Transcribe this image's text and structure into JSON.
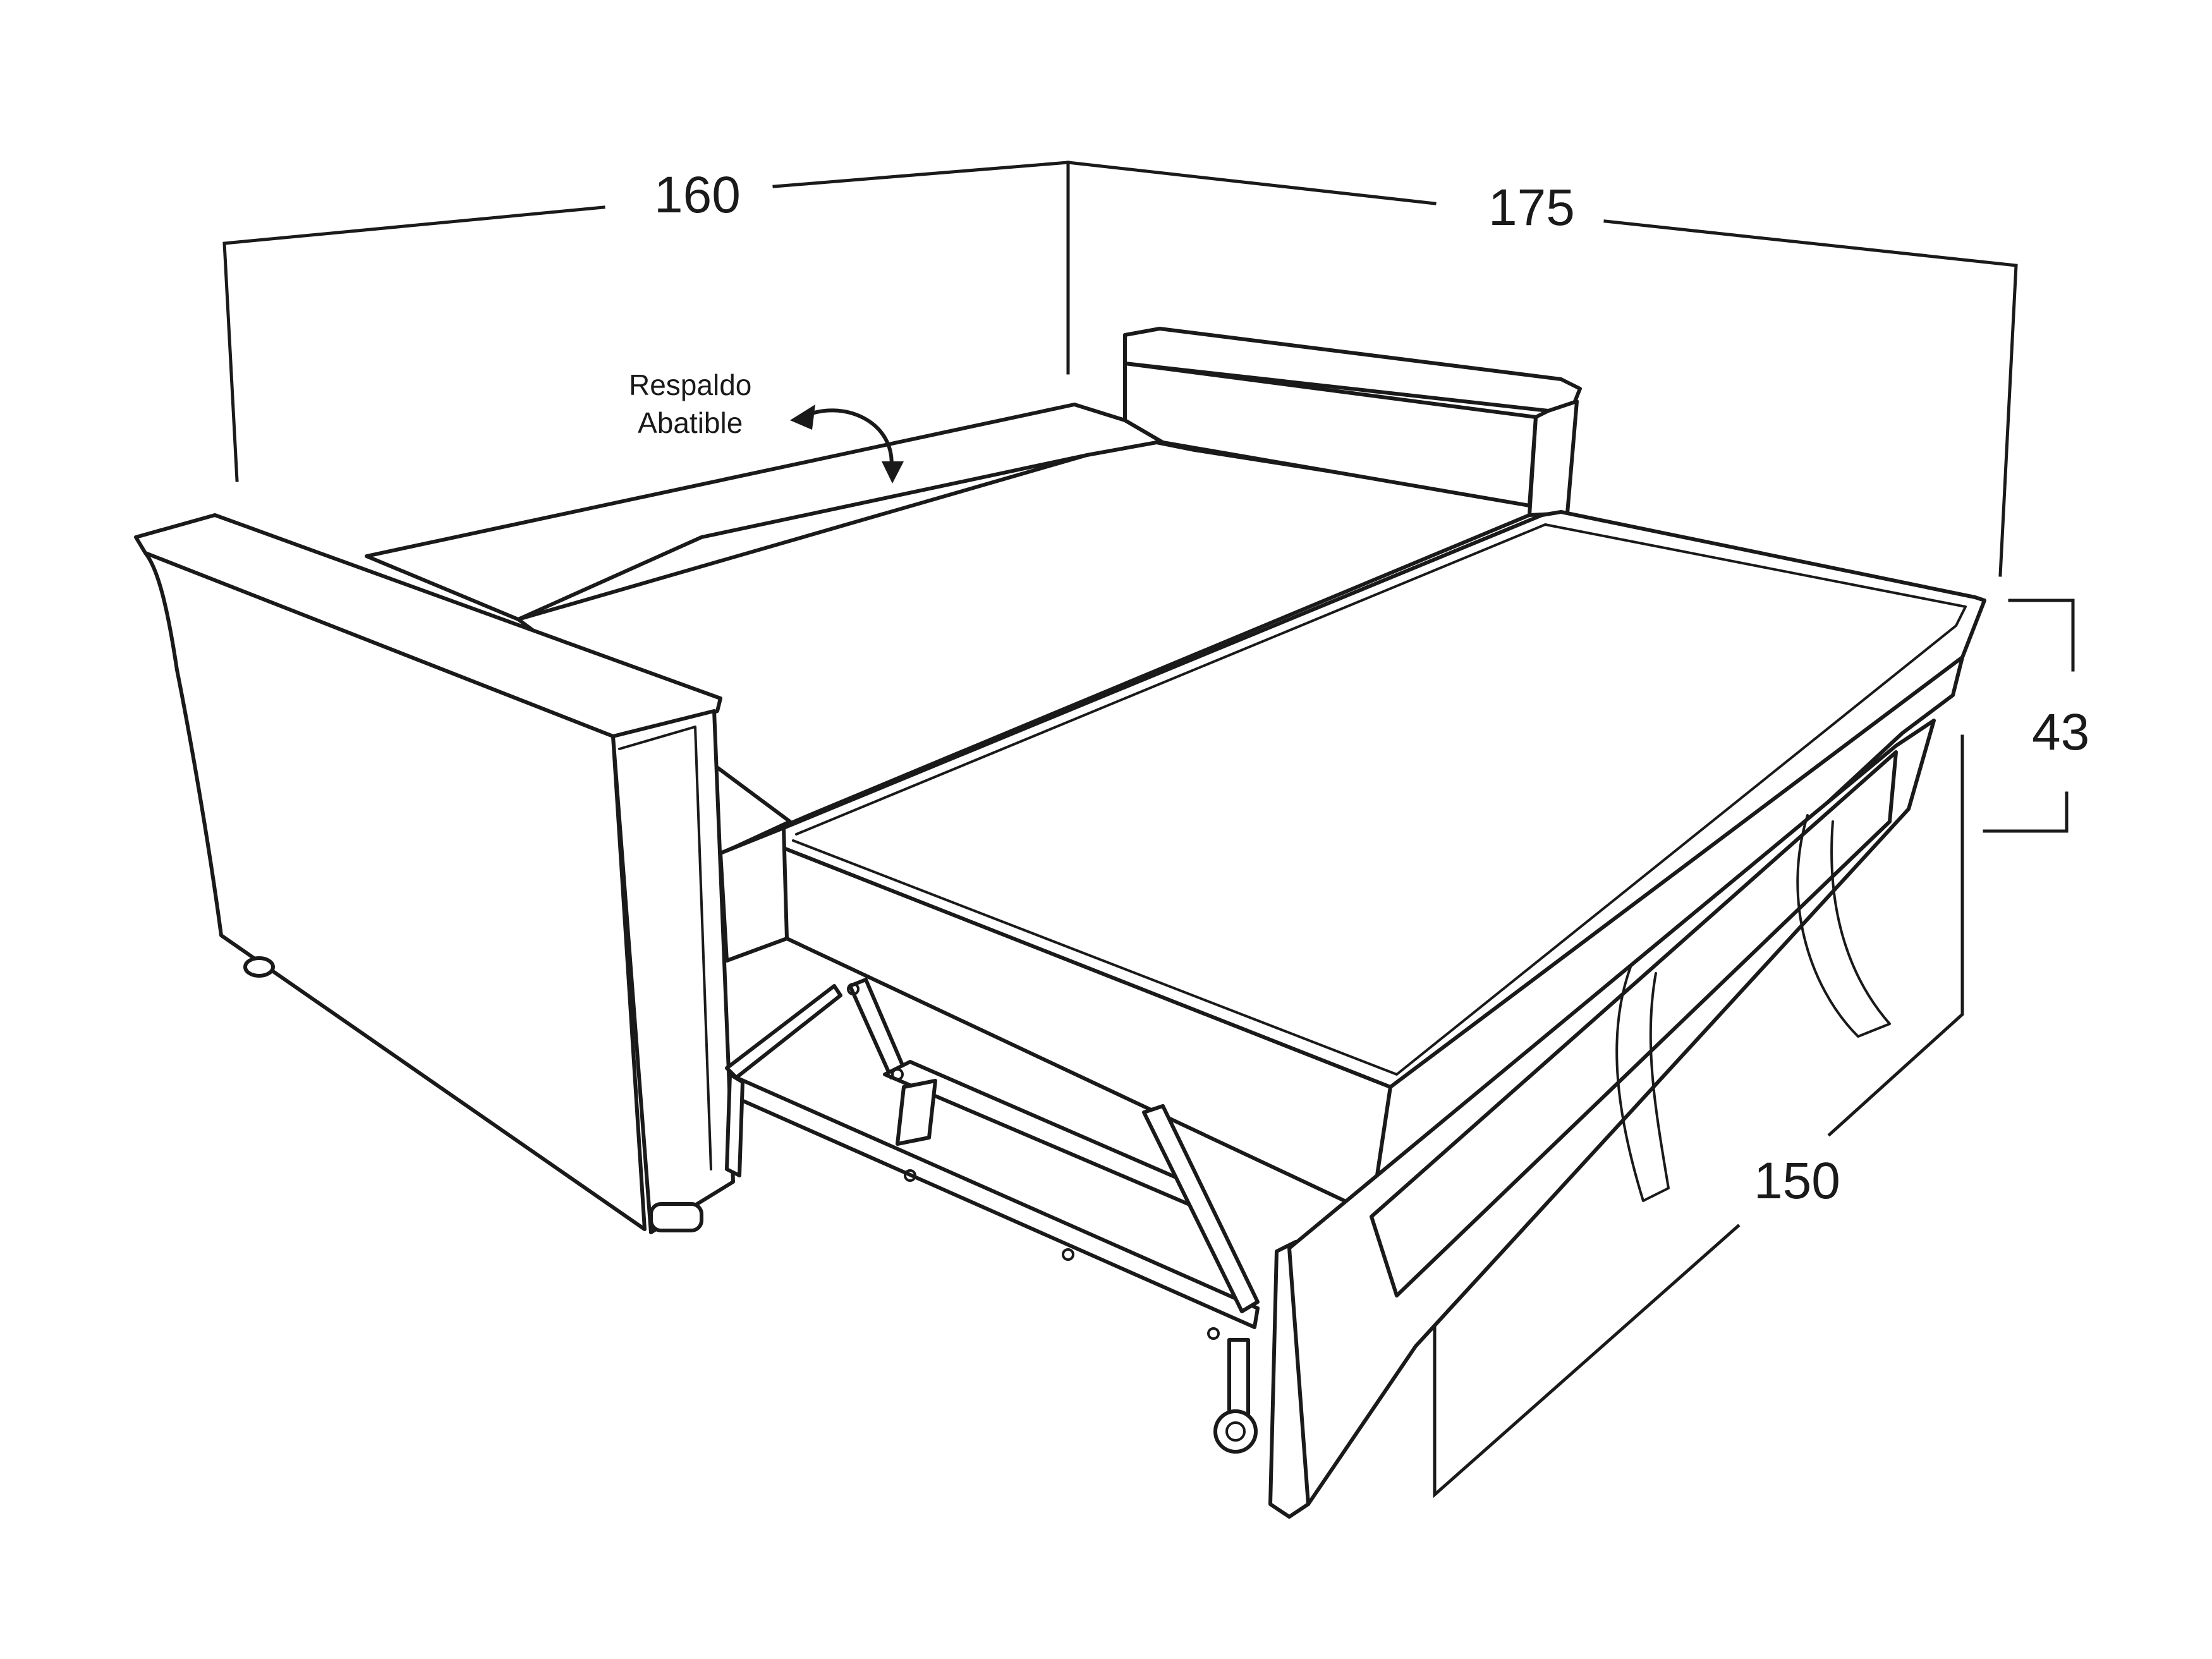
{
  "dimensions": {
    "width_back": "160",
    "depth_total": "175",
    "seat_height": "43",
    "width_front": "150"
  },
  "annotations": {
    "backrest_line1": "Respaldo",
    "backrest_line2": "Abatible"
  },
  "colors": {
    "line": "#1a1a1a",
    "background": "#ffffff"
  }
}
